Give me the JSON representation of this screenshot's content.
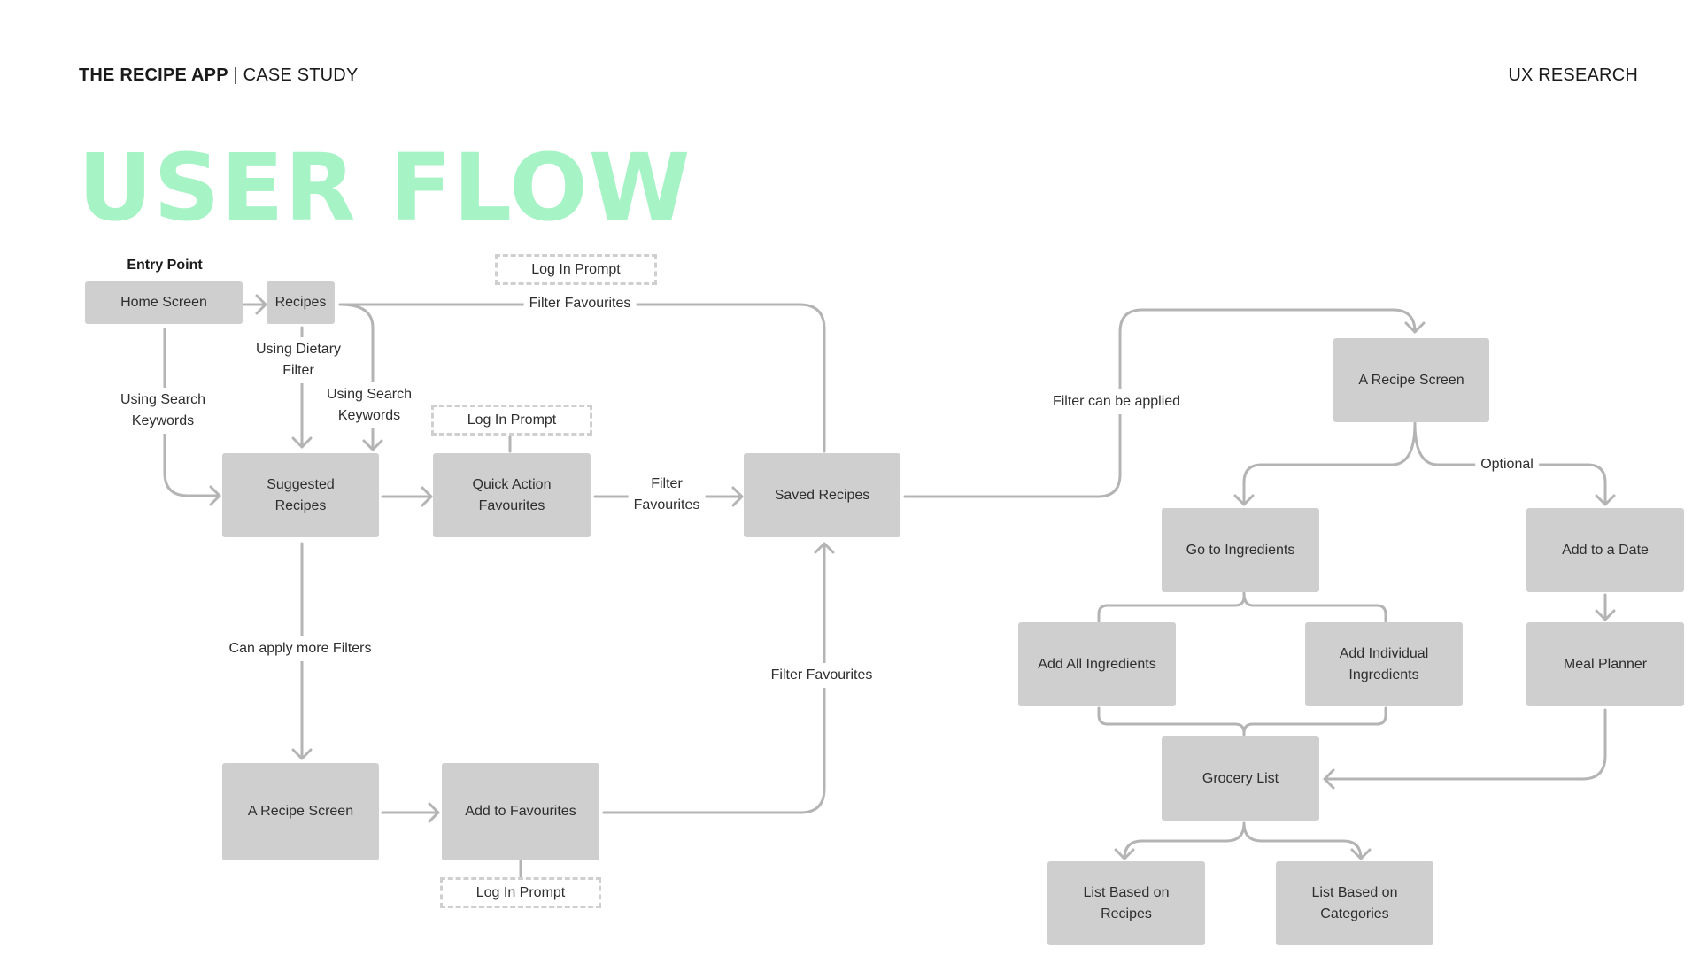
{
  "header": {
    "brand": "THE RECIPE APP",
    "separator": "| CASE STUDY",
    "section": "UX RESEARCH"
  },
  "title": "USER FLOW",
  "entry_point": "Entry Point",
  "nodes": {
    "home_screen": "Home Screen",
    "recipes": "Recipes",
    "suggested_recipes": "Suggested\nRecipes",
    "quick_action_favourites": "Quick Action\nFavourites",
    "saved_recipes": "Saved Recipes",
    "a_recipe_screen_left": "A Recipe Screen",
    "add_to_favourites": "Add to Favourites",
    "a_recipe_screen_right": "A Recipe Screen",
    "go_to_ingredients": "Go to Ingredients",
    "add_to_a_date": "Add to a Date",
    "add_all_ingredients": "Add All Ingredients",
    "add_individual_ingredients": "Add Individual\nIngredients",
    "meal_planner": "Meal Planner",
    "grocery_list": "Grocery List",
    "list_based_on_recipes": "List Based on\nRecipes",
    "list_based_on_categories": "List Based on\nCategories"
  },
  "prompts": {
    "top": "Log In Prompt",
    "quick_action": "Log In Prompt",
    "add_favourites": "Log In Prompt"
  },
  "labels": {
    "filter_favourites_top": "Filter Favourites",
    "using_search_keywords_left": "Using Search\nKeywords",
    "using_dietary_filter": "Using Dietary\nFilter",
    "using_search_keywords_mid": "Using Search\nKeywords",
    "filter_favourites_mid": "Filter\nFavourites",
    "can_apply_more_filters": "Can apply more Filters",
    "filter_favourites_bottom": "Filter Favourites",
    "filter_can_be_applied": "Filter can be applied",
    "optional": "Optional"
  }
}
